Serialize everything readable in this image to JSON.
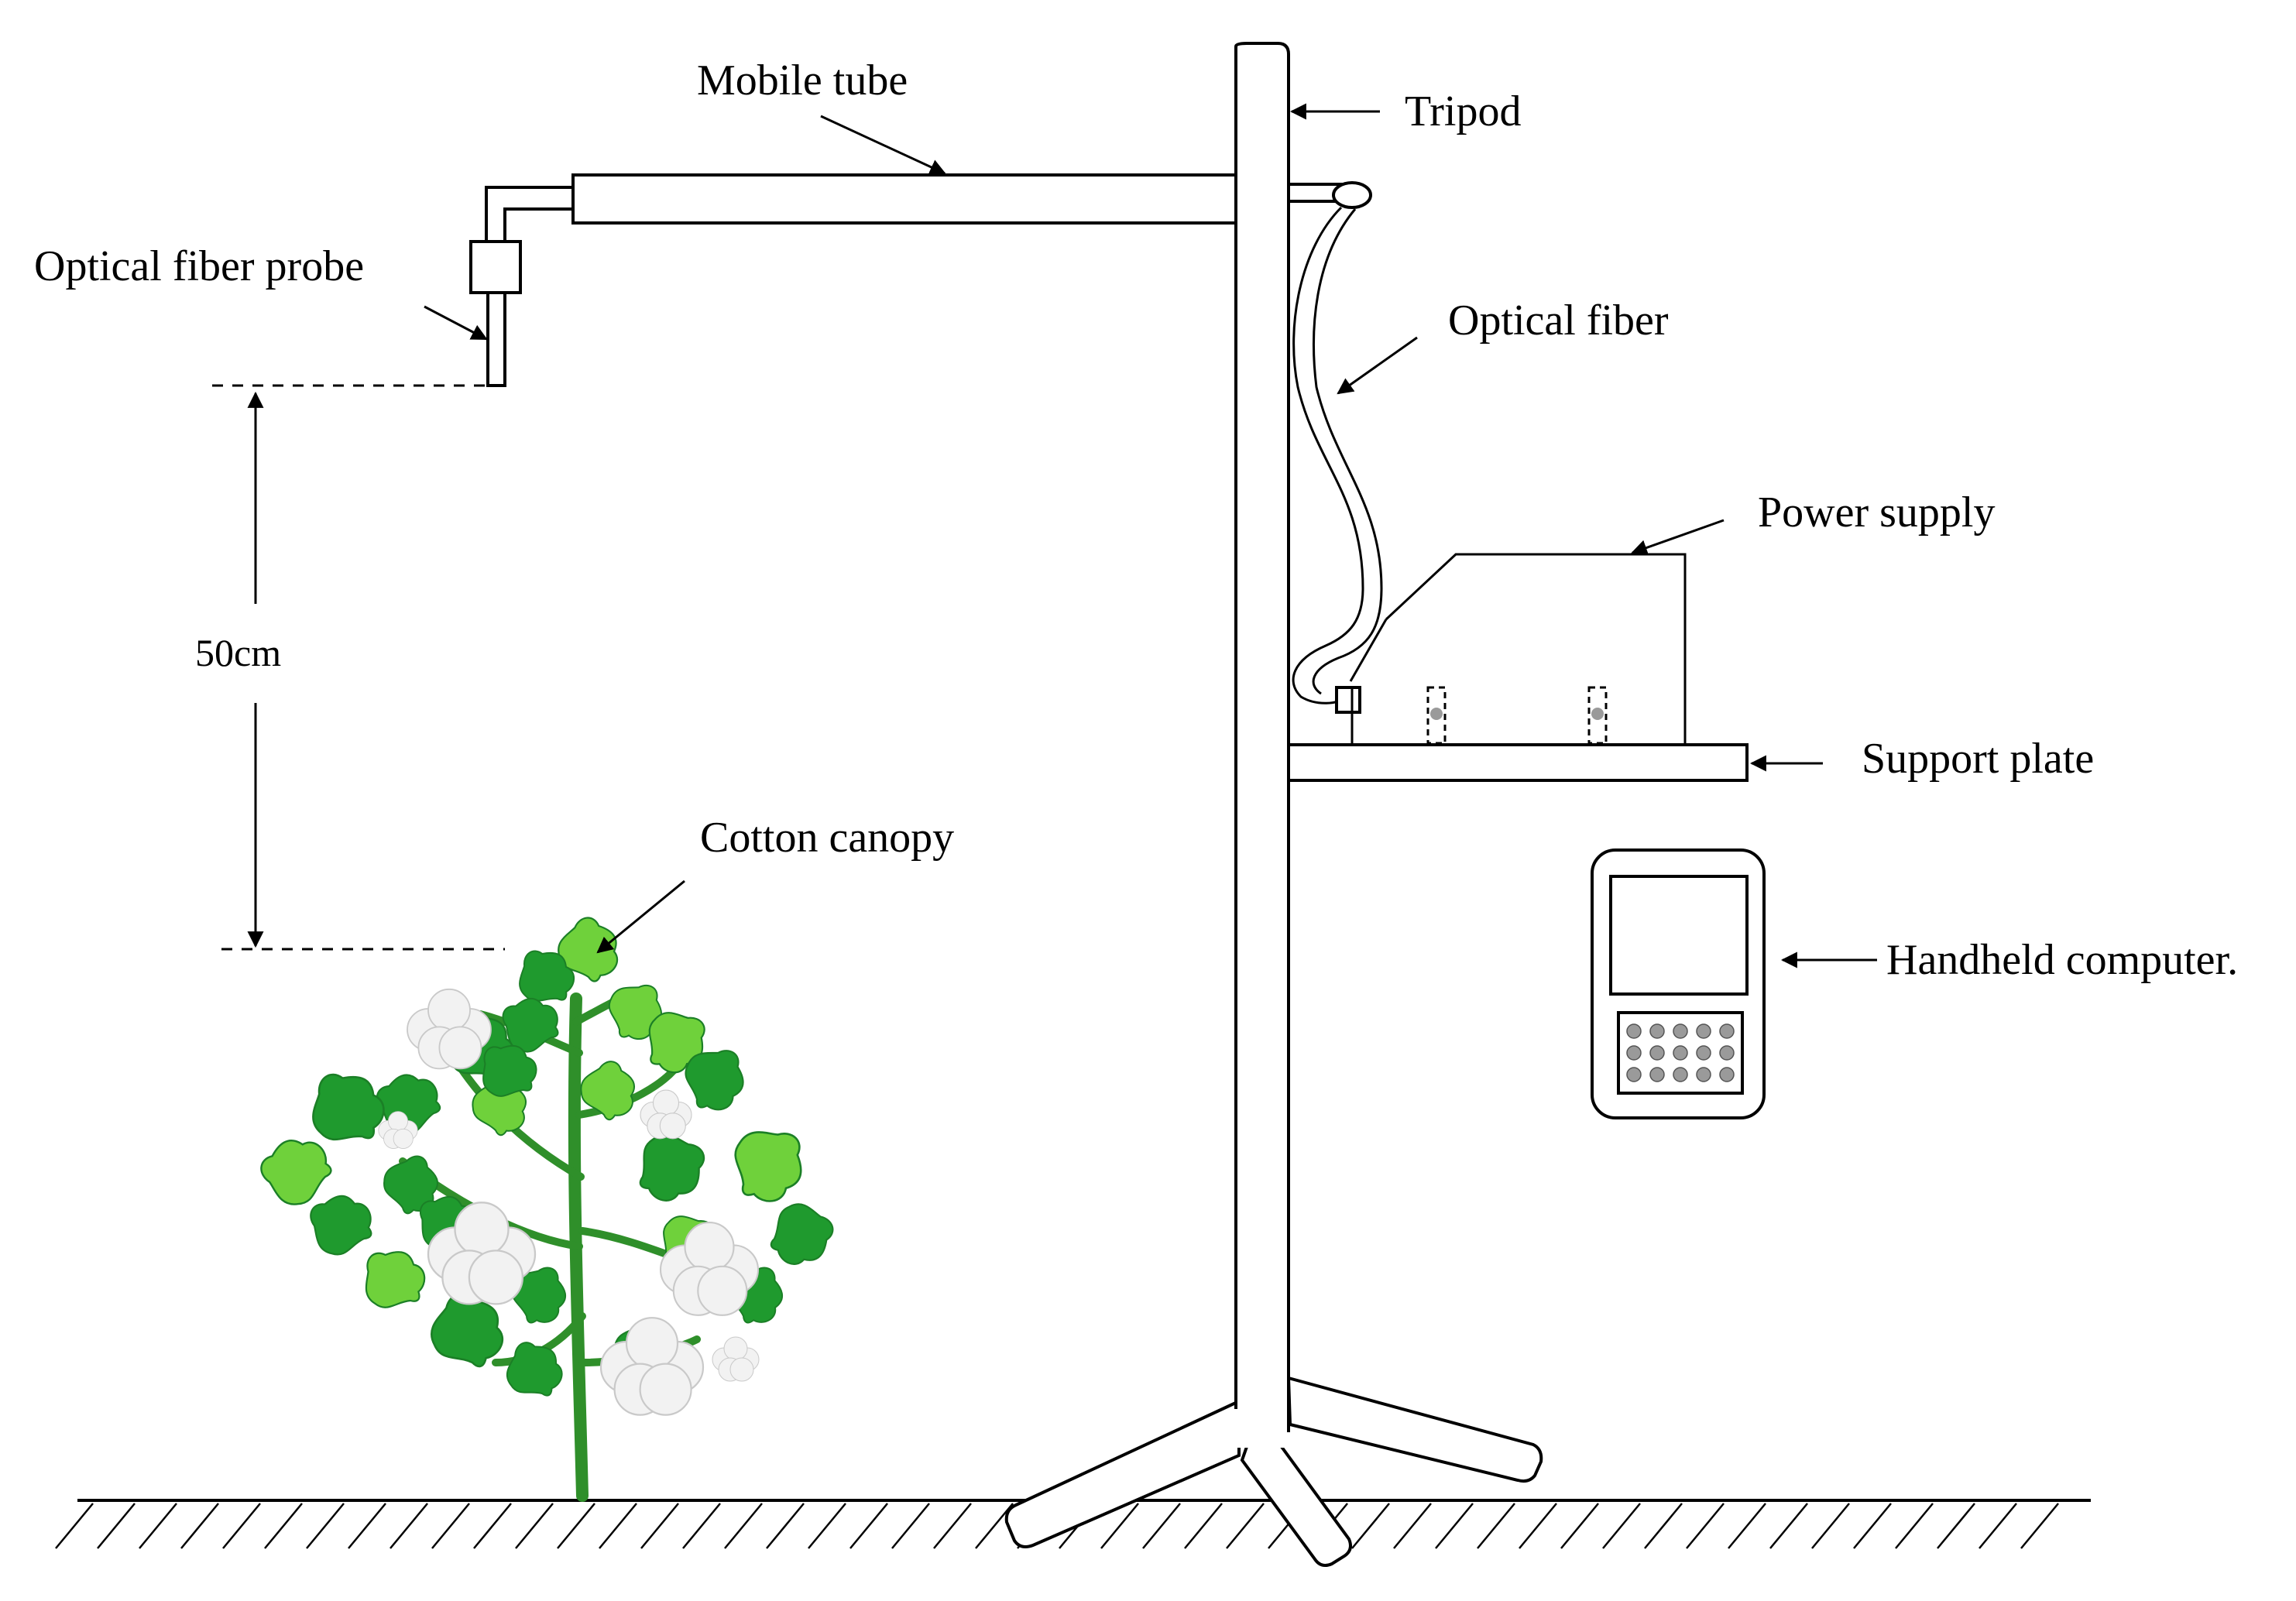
{
  "labels": {
    "mobile_tube": "Mobile tube",
    "tripod": "Tripod",
    "optical_fiber_probe": "Optical fiber probe",
    "optical_fiber": "Optical fiber",
    "power_supply": "Power supply",
    "support_plate": "Support plate",
    "handheld_computer": "Handheld computer.",
    "cotton_canopy": "Cotton canopy",
    "distance": "50cm"
  },
  "colors": {
    "line": "#000000",
    "leaf_dark": "#1f9a2e",
    "leaf_light": "#6fd13b",
    "stem": "#2f8f2a",
    "boll": "#f2f2f2",
    "keypad_dot": "#9a9a9a"
  }
}
